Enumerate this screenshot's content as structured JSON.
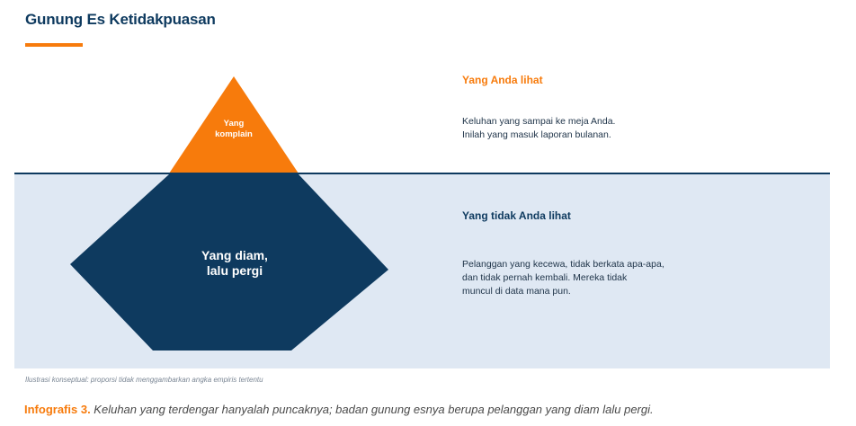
{
  "header": {
    "title": "Gunung Es Ketidakpuasan"
  },
  "iceberg": {
    "tip_label": "Yang\nkomplain",
    "body_label": "Yang diam,\nlalu pergi"
  },
  "visible": {
    "heading": "Yang Anda lihat",
    "description": "Keluhan yang sampai ke meja Anda.\nInilah yang masuk laporan bulanan."
  },
  "hidden": {
    "heading": "Yang tidak Anda lihat",
    "description": "Pelanggan yang kecewa, tidak berkata apa-apa,\ndan tidak pernah kembali. Mereka tidak\nmuncul di data mana pun."
  },
  "footnote": "Ilustrasi konseptual: proporsi tidak menggambarkan angka empiris tertentu",
  "caption": {
    "lead": "Infografis 3.",
    "text": " Keluhan yang terdengar hanyalah puncaknya; badan gunung esnya berupa pelanggan yang diam lalu pergi."
  },
  "colors": {
    "accent": "#f77b0c",
    "navy": "#0e3a5f",
    "water": "#dfe8f3"
  }
}
